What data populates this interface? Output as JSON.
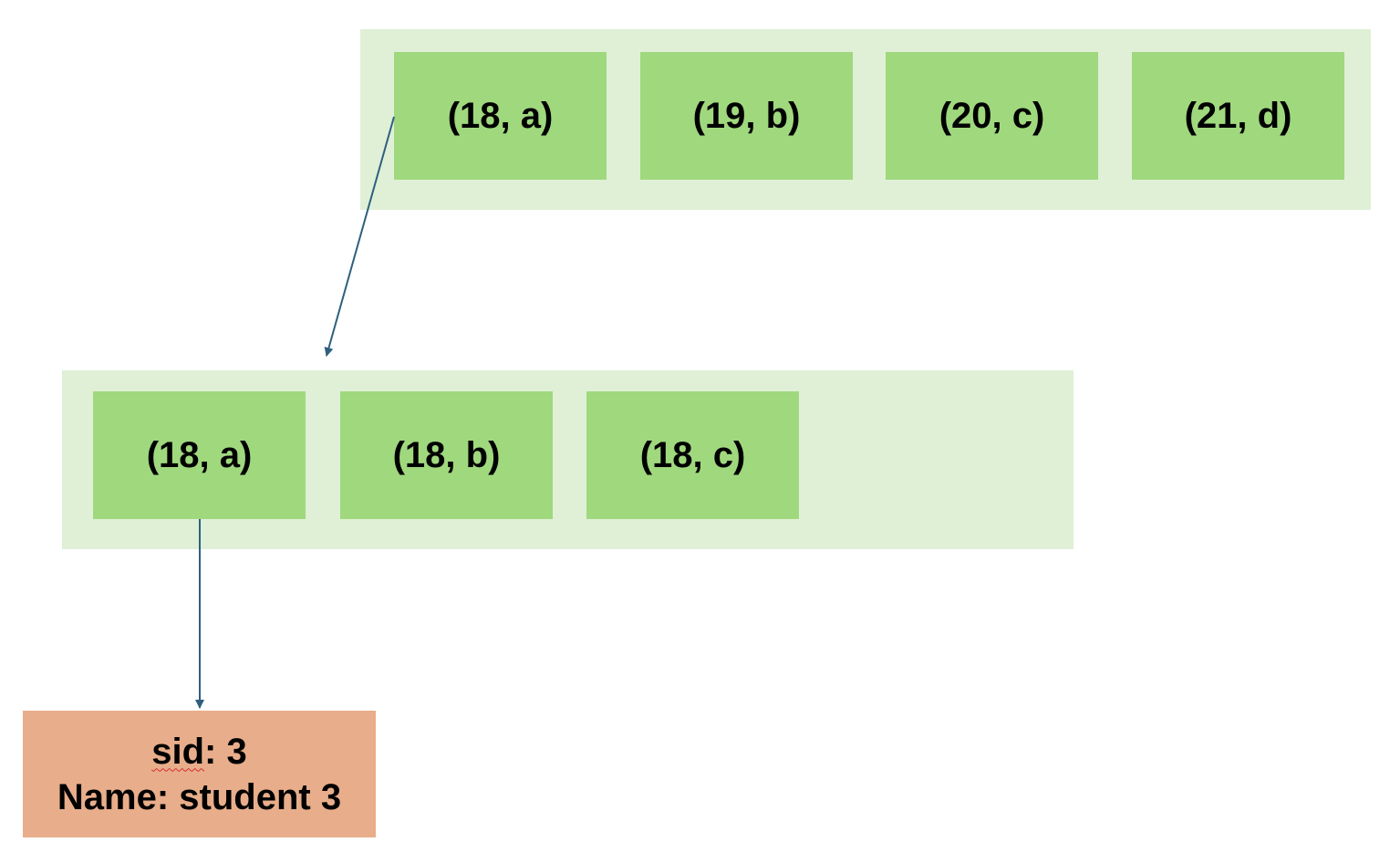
{
  "root_node": {
    "keys": [
      "(18, a)",
      "(19, b)",
      "(20, c)",
      "(21, d)"
    ]
  },
  "leaf_node": {
    "keys": [
      "(18, a)",
      "(18, b)",
      "(18, c)"
    ]
  },
  "record": {
    "sid_label": "sid",
    "sid_rest": ": 3",
    "name_line": "Name: student 3"
  },
  "colors": {
    "node_background": "#dff0d6",
    "key_cell": "#a0d87e",
    "record_box": "#e8ad8a",
    "arrow": "#2f5f7f"
  }
}
